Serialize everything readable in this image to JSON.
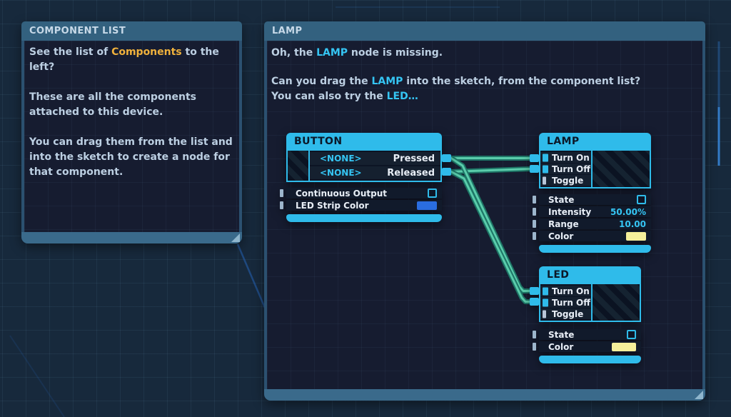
{
  "left_panel": {
    "title": "COMPONENT LIST",
    "p1": {
      "pre": "See the list of ",
      "highlight": "Components",
      "post": " to the left?"
    },
    "p2": "These are all the components attached to this device.",
    "p3": "You can drag them from the list and into the sketch to create a node for that component."
  },
  "right_panel": {
    "title": "LAMP",
    "p1": {
      "pre": "Oh, the ",
      "highlight": "LAMP",
      "post": " node is missing."
    },
    "p2": {
      "pre": "Can you drag the ",
      "highlight": "LAMP",
      "post": " into the sketch, from the component list?"
    },
    "p3": {
      "pre": "You can also try the ",
      "highlight": "LED…",
      "post": ""
    }
  },
  "nodes": {
    "button": {
      "title": "BUTTON",
      "outputs": [
        {
          "binding": "<NONE>",
          "label": "Pressed",
          "connected": true
        },
        {
          "binding": "<NONE>",
          "label": "Released",
          "connected": true
        }
      ],
      "properties": [
        {
          "label": "Continuous Output",
          "type": "checkbox",
          "checked": false
        },
        {
          "label": "LED Strip Color",
          "type": "color",
          "value": "#2a6de0"
        }
      ]
    },
    "lamp": {
      "title": "LAMP",
      "inputs": [
        {
          "label": "Turn On",
          "connected": true
        },
        {
          "label": "Turn Off",
          "connected": true
        },
        {
          "label": "Toggle",
          "connected": false
        }
      ],
      "properties": [
        {
          "label": "State",
          "type": "checkbox",
          "checked": false
        },
        {
          "label": "Intensity",
          "type": "value",
          "value": "50.00%"
        },
        {
          "label": "Range",
          "type": "value",
          "value": "10.00"
        },
        {
          "label": "Color",
          "type": "color",
          "value": "#f5ef9a"
        }
      ]
    },
    "led": {
      "title": "LED",
      "inputs": [
        {
          "label": "Turn On",
          "connected": true
        },
        {
          "label": "Turn Off",
          "connected": true
        },
        {
          "label": "Toggle",
          "connected": false
        }
      ],
      "properties": [
        {
          "label": "State",
          "type": "checkbox",
          "checked": false
        },
        {
          "label": "Color",
          "type": "color",
          "value": "#f5ef9a"
        }
      ]
    }
  },
  "connections": [
    {
      "from": "button.pressed",
      "to": "lamp.turn-on"
    },
    {
      "from": "button.released",
      "to": "lamp.turn-off"
    },
    {
      "from": "button.pressed",
      "to": "led.turn-on"
    },
    {
      "from": "button.released",
      "to": "led.turn-off"
    }
  ],
  "colors": {
    "accent_cyan": "#2fbbea",
    "link_cyan": "#35c5f3",
    "highlight_orange": "#efb13c",
    "header_blue": "#33617f",
    "wire_core": "#5accab",
    "wire_outline": "#1e7566",
    "swatch_blue": "#2a6de0",
    "swatch_yellow": "#f5ef9a"
  }
}
